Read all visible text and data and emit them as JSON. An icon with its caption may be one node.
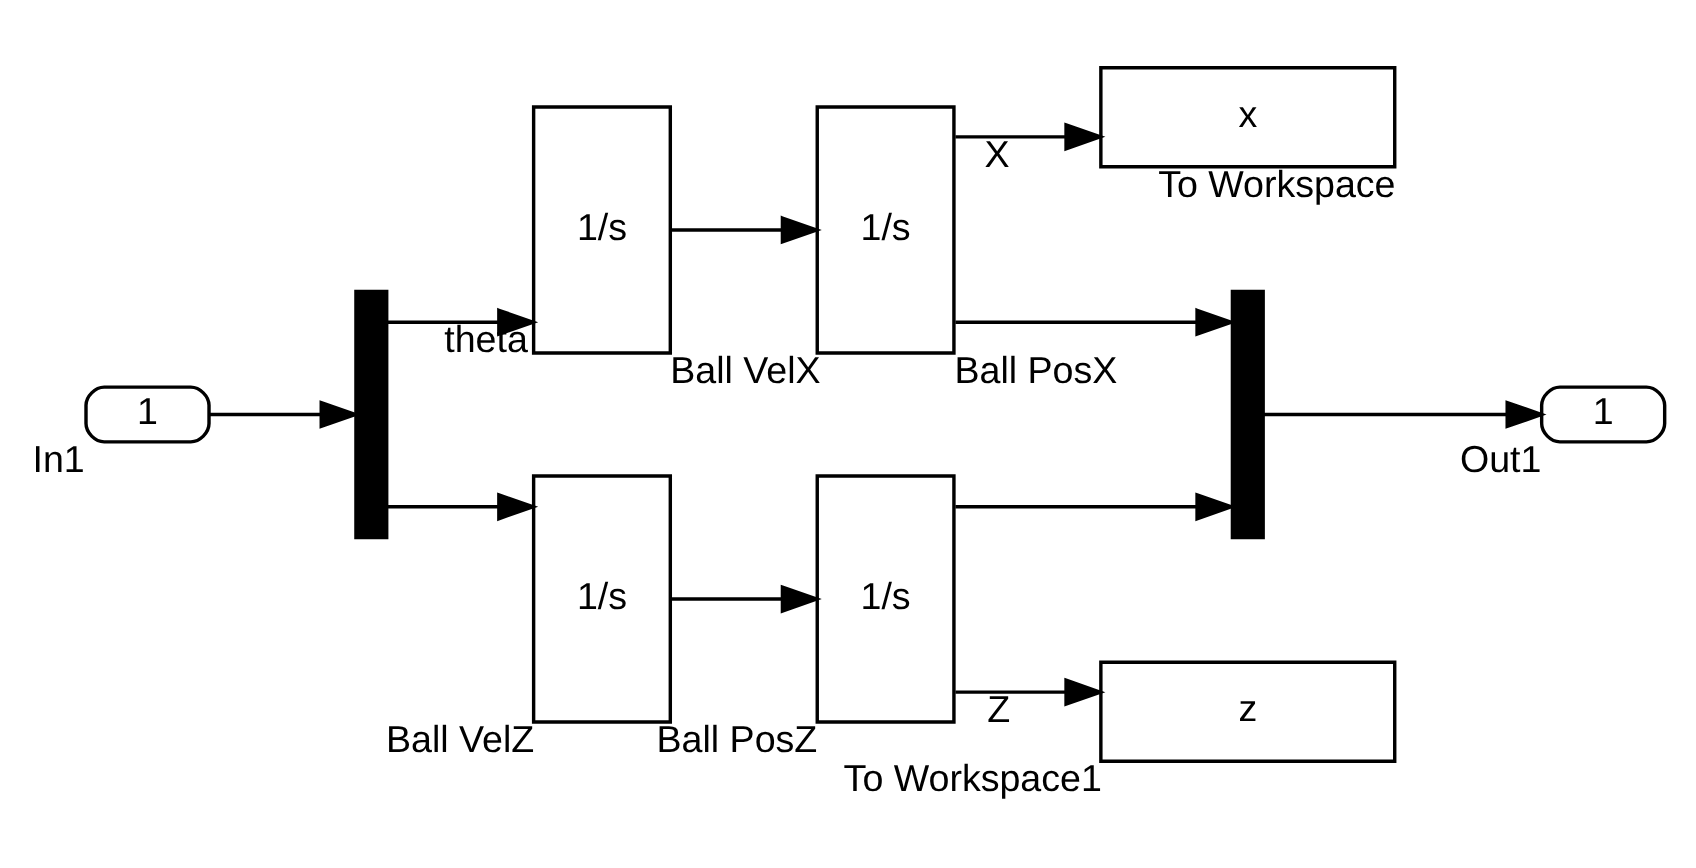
{
  "diagram": {
    "nodes": [
      {
        "text": [
          "1"
        ],
        "beside": [
          "In1"
        ]
      },
      {
        "text": [],
        "shape": "bar"
      },
      {
        "text": [
          "1/s"
        ],
        "beside": [
          "Ball VelX"
        ]
      },
      {
        "text": [
          "1/s"
        ],
        "beside": [
          "Ball PosX"
        ]
      },
      {
        "text": [
          "x"
        ],
        "beside": [
          "To Workspace"
        ]
      },
      {
        "text": [
          "1/s"
        ],
        "beside": [
          "Ball VelZ"
        ]
      },
      {
        "text": [
          "1/s"
        ],
        "beside": [
          "Ball PosZ"
        ]
      },
      {
        "text": [
          "z"
        ],
        "beside": [
          "To Workspace1"
        ]
      },
      {
        "text": [],
        "shape": "bar"
      },
      {
        "text": [
          "1"
        ],
        "beside": [
          "Out1"
        ]
      }
    ],
    "edges": [
      {
        "from": 0,
        "to": 1,
        "arrow": "to"
      },
      {
        "from": 1,
        "to": 2,
        "arrow": "to",
        "label": "theta"
      },
      {
        "from": 2,
        "to": 3,
        "arrow": "to"
      },
      {
        "from": 3,
        "to": 4,
        "arrow": "to",
        "label": "X"
      },
      {
        "from": 3,
        "to": 8,
        "arrow": "to"
      },
      {
        "from": 1,
        "to": 5,
        "arrow": "to"
      },
      {
        "from": 5,
        "to": 6,
        "arrow": "to"
      },
      {
        "from": 6,
        "to": 7,
        "arrow": "to",
        "label": "Z"
      },
      {
        "from": 6,
        "to": 8,
        "arrow": "to"
      },
      {
        "from": 8,
        "to": 9,
        "arrow": "to"
      }
    ]
  }
}
